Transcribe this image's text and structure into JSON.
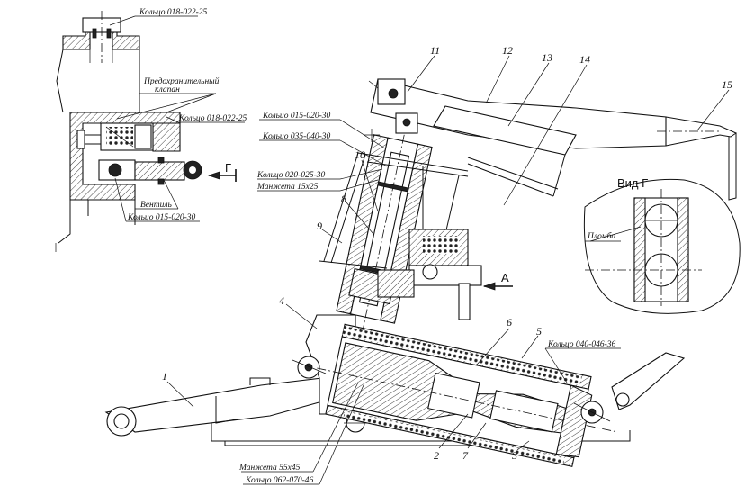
{
  "labels": {
    "ring_018_022_25_top": "Кольцо 018-022-25",
    "safety_valve_line1": "Предохранительный",
    "safety_valve_line2": "клапан",
    "ring_018_022_25_mid": "Кольцо 018-022-25",
    "gate_letter": "Г",
    "valve": "Вентиль",
    "ring_015_020_30_left": "Кольцо 015-020-30",
    "ring_015_020_30": "Кольцо 015-020-30",
    "ring_035_040_30": "Кольцо 035-040-30",
    "ring_020_025_30": "Кольцо 020-025-30",
    "cuff_15x25": "Манжета 15х25",
    "ring_040_046_36": "Кольцо 040-046-36",
    "cuff_55x45": "Манжета 55х45",
    "ring_062_070_46": "Кольцо 062-070-46",
    "arrow_a": "А",
    "view_g": "Вид Г",
    "seal": "Пломба"
  },
  "positions": {
    "p1": "1",
    "p2": "2",
    "p3": "3",
    "p4": "4",
    "p5": "5",
    "p6": "6",
    "p7": "7",
    "p8": "8",
    "p9": "9",
    "p10": "10",
    "p11": "11",
    "p12": "12",
    "p13": "13",
    "p14": "14",
    "p15": "15"
  }
}
